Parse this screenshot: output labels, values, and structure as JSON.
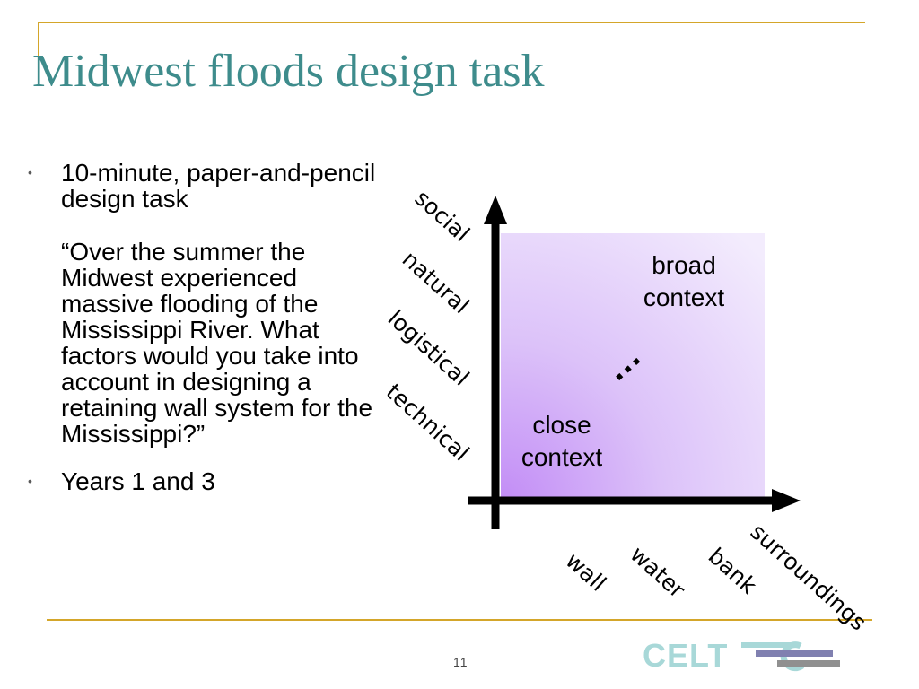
{
  "slide": {
    "title": "Midwest floods design task",
    "page_number": "11"
  },
  "bullets": {
    "item1": "10-minute, paper-and-pencil design task",
    "quote": "“Over the summer the Midwest experienced massive flooding of the Mississippi River. What factors would you take into account in designing a retaining wall system for the Mississippi?”",
    "item2": "Years 1 and 3"
  },
  "diagram": {
    "y_labels": [
      "social",
      "natural",
      "logistical",
      "technical"
    ],
    "x_labels": [
      "wall",
      "water",
      "bank",
      "surroundings"
    ],
    "broad_context": "broad context",
    "close_context": "close context",
    "ellipsis": "…"
  },
  "logo": {
    "text": "CELT",
    "colors": [
      "#a8d8d8",
      "#8080b0",
      "#909090"
    ]
  },
  "colors": {
    "title": "#3e8c8c",
    "rule": "#d4a62a",
    "gradient_dark": "#c28cf6",
    "gradient_light": "#f3ecfd"
  }
}
